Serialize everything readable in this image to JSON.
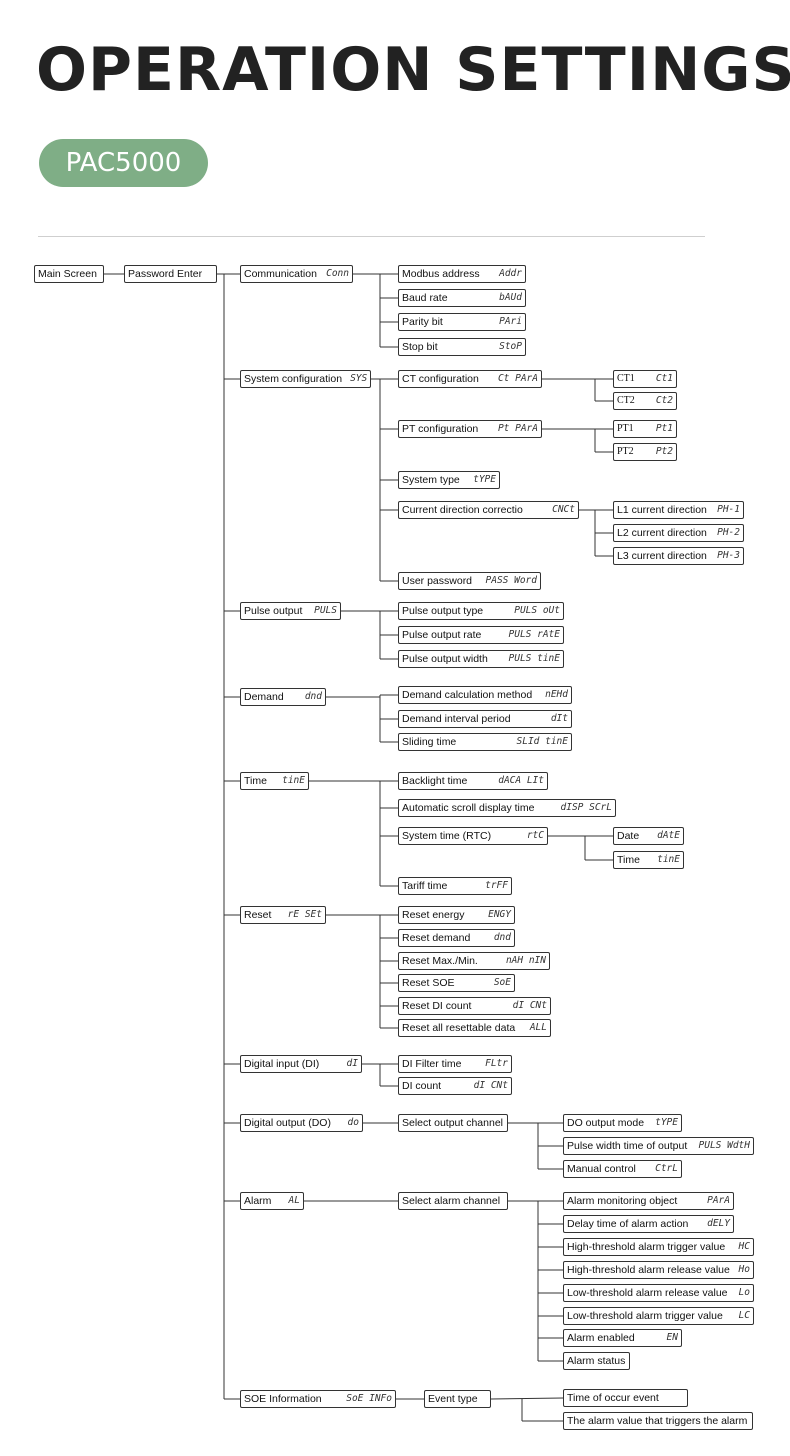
{
  "page": {
    "title": "OPERATION SETTINGS",
    "model": "PAC5000"
  },
  "nodes": {
    "main": {
      "label": "Main Screen",
      "code": ""
    },
    "pwd": {
      "label": "Password Enter",
      "code": ""
    },
    "comm": {
      "label": "Communication",
      "code": "Conn"
    },
    "addr": {
      "label": "Modbus address",
      "code": "Addr"
    },
    "baud": {
      "label": "Baud rate",
      "code": "bAUd"
    },
    "pari": {
      "label": "Parity bit",
      "code": "PAri"
    },
    "stop": {
      "label": "Stop bit",
      "code": "StoP"
    },
    "sys": {
      "label": "System configuration",
      "code": "SYS"
    },
    "ctcfg": {
      "label": "CT configuration",
      "code": "Ct PArA"
    },
    "ct1": {
      "label": "CT1",
      "code": "Ct1"
    },
    "ct2": {
      "label": "CT2",
      "code": "Ct2"
    },
    "ptcfg": {
      "label": "PT configuration",
      "code": "Pt PArA"
    },
    "pt1": {
      "label": "PT1",
      "code": "Pt1"
    },
    "pt2": {
      "label": "PT2",
      "code": "Pt2"
    },
    "systype": {
      "label": "System type",
      "code": "tYPE"
    },
    "cdir": {
      "label": "Current direction correctio",
      "code": "CNCt"
    },
    "l1": {
      "label": "L1 current direction",
      "code": "PH-1"
    },
    "l2": {
      "label": "L2 current direction",
      "code": "PH-2"
    },
    "l3": {
      "label": "L3 current direction",
      "code": "PH-3"
    },
    "upw": {
      "label": "User password",
      "code": "PASS Word"
    },
    "puls": {
      "label": "Pulse output",
      "code": "PULS"
    },
    "ptype": {
      "label": "Pulse output type",
      "code": "PULS oUt"
    },
    "prate": {
      "label": "Pulse output rate",
      "code": "PULS rAtE"
    },
    "pwidth": {
      "label": "Pulse output width",
      "code": "PULS tinE"
    },
    "demand": {
      "label": "Demand",
      "code": "dnd"
    },
    "dcalc": {
      "label": "Demand calculation method",
      "code": "nEHd"
    },
    "dint": {
      "label": "Demand interval period",
      "code": "dIt"
    },
    "dslide": {
      "label": "Sliding time",
      "code": "SLId tinE"
    },
    "time": {
      "label": "Time",
      "code": "tinE"
    },
    "back": {
      "label": "Backlight time",
      "code": "dACA LIt"
    },
    "scroll": {
      "label": "Automatic scroll display time",
      "code": "dISP SCrL"
    },
    "rtc": {
      "label": "System time (RTC)",
      "code": "rtC"
    },
    "date": {
      "label": "Date",
      "code": "dAtE"
    },
    "tim2": {
      "label": "Time",
      "code": "tinE"
    },
    "tariff": {
      "label": "Tariff time",
      "code": "trFF"
    },
    "reset": {
      "label": "Reset",
      "code": "rE SEt"
    },
    "renergy": {
      "label": "Reset energy",
      "code": "ENGY"
    },
    "rdemand": {
      "label": "Reset demand",
      "code": "dnd"
    },
    "rmax": {
      "label": "Reset Max./Min.",
      "code": "nAH nIN"
    },
    "rsoe": {
      "label": "Reset SOE",
      "code": "SoE"
    },
    "rdi": {
      "label": "Reset DI count",
      "code": "dI CNt"
    },
    "rall": {
      "label": "Reset all resettable data",
      "code": "ALL"
    },
    "di": {
      "label": "Digital input (DI)",
      "code": "dI"
    },
    "difilter": {
      "label": "DI Filter time",
      "code": "FLtr"
    },
    "dicount": {
      "label": "DI count",
      "code": "dI CNt"
    },
    "do": {
      "label": "Digital output (DO)",
      "code": "do"
    },
    "selout": {
      "label": "Select output channel",
      "code": ""
    },
    "domode": {
      "label": "DO output mode",
      "code": "tYPE"
    },
    "pwt": {
      "label": "Pulse width time of output",
      "code": "PULS WdtH"
    },
    "manual": {
      "label": "Manual control",
      "code": "CtrL"
    },
    "alarm": {
      "label": "Alarm",
      "code": "AL"
    },
    "selalarm": {
      "label": "Select alarm channel",
      "code": ""
    },
    "amon": {
      "label": "Alarm monitoring object",
      "code": "PArA"
    },
    "adelay": {
      "label": "Delay time of alarm action",
      "code": "dELY"
    },
    "hitrig": {
      "label": "High-threshold alarm trigger value",
      "code": "HC"
    },
    "hirel": {
      "label": "High-threshold alarm release value",
      "code": "Ho"
    },
    "lorel": {
      "label": "Low-threshold alarm release value",
      "code": "Lo"
    },
    "lotrig": {
      "label": "Low-threshold alarm trigger value",
      "code": "LC"
    },
    "aen": {
      "label": "Alarm enabled",
      "code": "EN"
    },
    "astat": {
      "label": "Alarm status",
      "code": ""
    },
    "soe": {
      "label": "SOE Information",
      "code": "SoE INFo"
    },
    "etype": {
      "label": "Event type",
      "code": ""
    },
    "toe": {
      "label": "Time of occur event",
      "code": ""
    },
    "avt": {
      "label": "The alarm value that triggers the alarm",
      "code": ""
    }
  }
}
